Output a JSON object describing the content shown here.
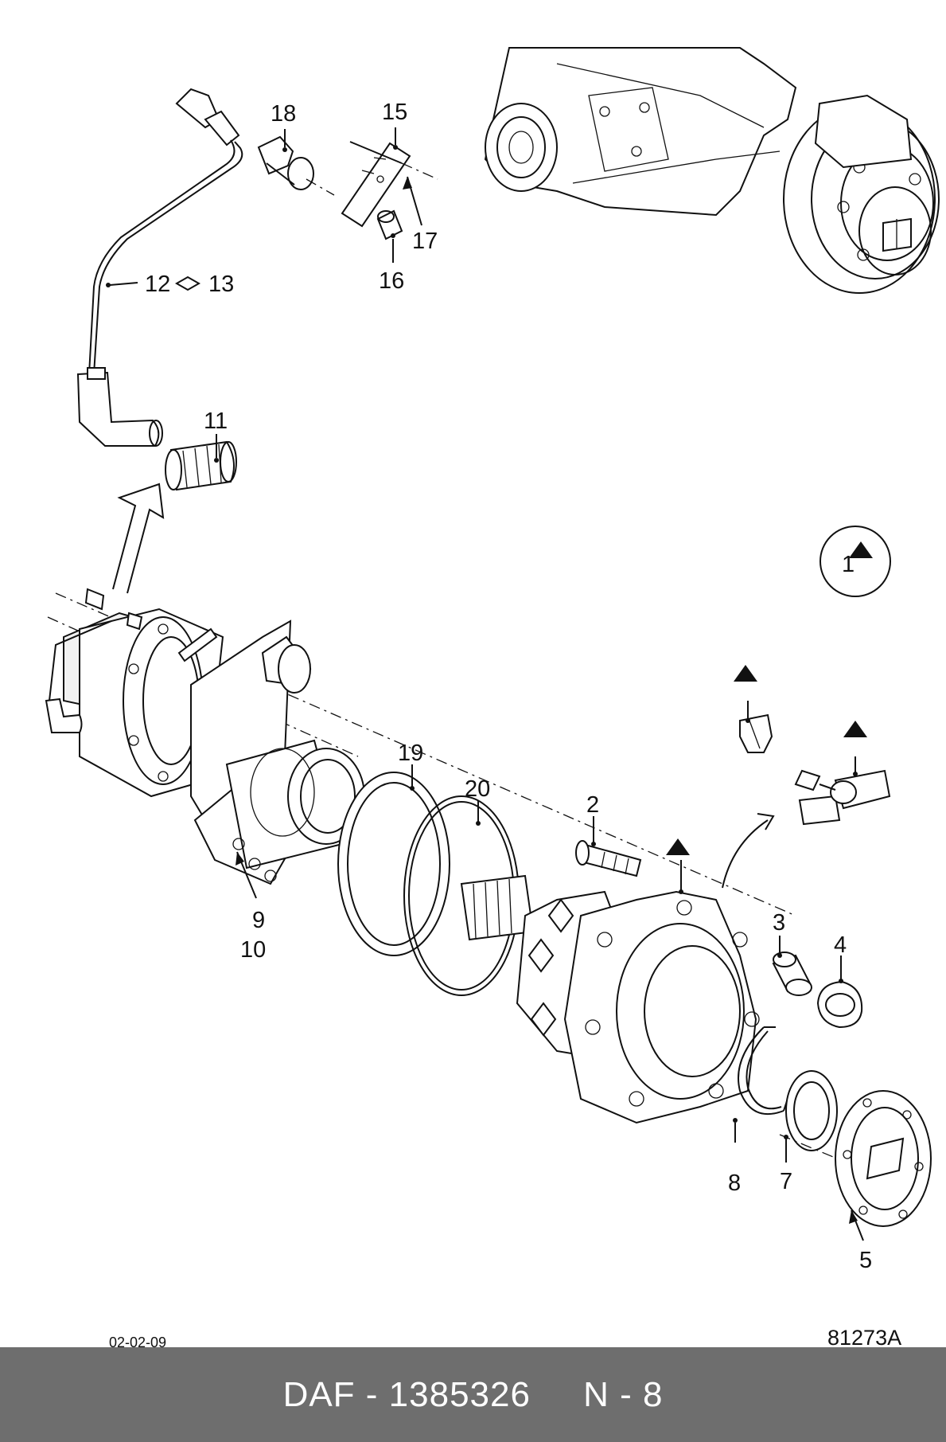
{
  "callouts": {
    "c1": "1",
    "c2": "2",
    "c3": "3",
    "c4": "4",
    "c5": "5",
    "c7": "7",
    "c8": "8",
    "c9": "9",
    "c10": "10",
    "c11": "11",
    "c12_13": "12",
    "c12_13b": "13",
    "c15": "15",
    "c16": "16",
    "c17": "17",
    "c18": "18",
    "c19": "19",
    "c20": "20"
  },
  "date_code": "02-02-09",
  "drawing_number": "81273A",
  "footer": {
    "text": "DAF - 1385326     N - 8"
  },
  "colors": {
    "footer_bg": "#6e6e6e",
    "footer_text": "#ffffff",
    "line": "#111111"
  }
}
